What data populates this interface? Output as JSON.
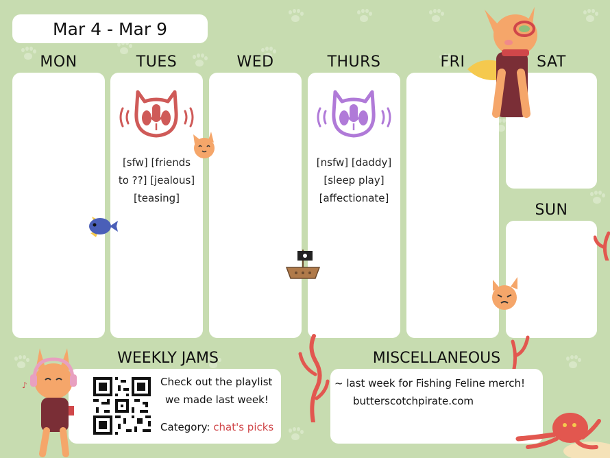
{
  "header": {
    "date_range": "Mar 4 - Mar 9"
  },
  "days": {
    "mon": {
      "label": "MON"
    },
    "tues": {
      "label": "TUES",
      "lines": [
        "[sfw] [friends",
        "to ??] [jealous]",
        "[teasing]"
      ],
      "icon_color": "#cf5a58"
    },
    "wed": {
      "label": "WED"
    },
    "thurs": {
      "label": "THURS",
      "lines": [
        "[nsfw] [daddy]",
        "[sleep play]",
        "[affectionate]"
      ],
      "icon_color": "#b07ad8"
    },
    "fri": {
      "label": "FRI"
    },
    "sat": {
      "label": "SAT"
    },
    "sun": {
      "label": "SUN"
    }
  },
  "weekly_jams": {
    "title": "WEEKLY JAMS",
    "line1": "Check out the playlist",
    "line2": "we made last week!",
    "category_label": "Category:",
    "category_value": "chat's picks"
  },
  "misc": {
    "title": "MISCELLANEOUS",
    "line1": "~ last week for Fishing Feline merch!",
    "link": "butterscotchpirate.com"
  },
  "colors": {
    "background": "#c7dcb0",
    "accent_red": "#d0474a",
    "coral": "#e2574f"
  }
}
